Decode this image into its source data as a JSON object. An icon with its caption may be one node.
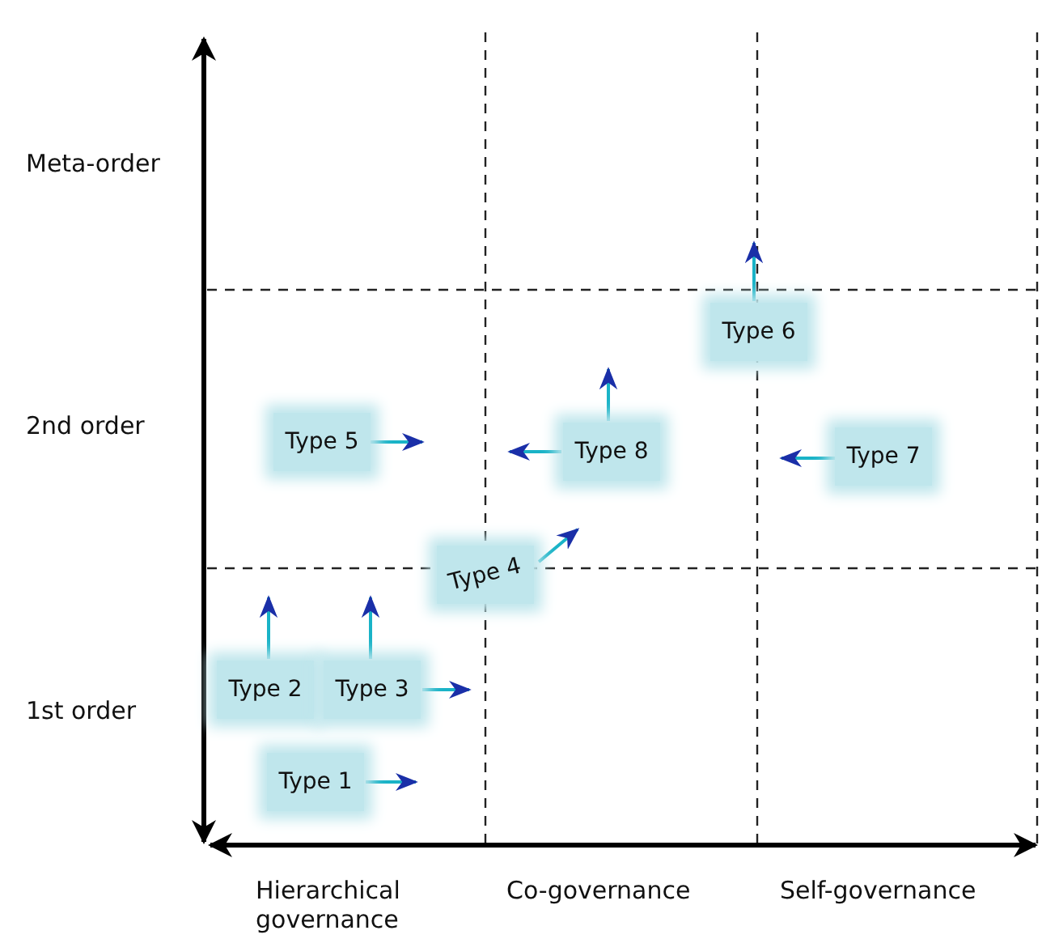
{
  "diagram": {
    "nodes": [
      {
        "text": [
          "Type 6"
        ]
      },
      {
        "text": [
          "Type 5"
        ]
      },
      {
        "text": [
          "Type 8"
        ]
      },
      {
        "text": [
          "Type 7"
        ]
      },
      {
        "text": [
          "Type 4"
        ]
      },
      {
        "text": [
          "Type 2"
        ]
      },
      {
        "text": [
          "Type 3"
        ]
      },
      {
        "text": [
          "Type 1"
        ]
      }
    ],
    "edges": [
      {
        "from": 0,
        "to": null,
        "arrow": "to"
      },
      {
        "from": 1,
        "to": null,
        "arrow": "to"
      },
      {
        "from": 2,
        "to": null,
        "arrow": "to"
      },
      {
        "from": 2,
        "to": null,
        "arrow": "to"
      },
      {
        "from": 3,
        "to": null,
        "arrow": "to"
      },
      {
        "from": 4,
        "to": null,
        "arrow": "to"
      },
      {
        "from": 5,
        "to": null,
        "arrow": "to"
      },
      {
        "from": 6,
        "to": null,
        "arrow": "to"
      },
      {
        "from": 6,
        "to": null,
        "arrow": "to"
      },
      {
        "from": 7,
        "to": null,
        "arrow": "to"
      }
    ],
    "labels": [
      "Meta-order",
      "2nd order",
      "1st order",
      "Hierarchical governance",
      "Co-governance",
      "Self-governance"
    ]
  }
}
